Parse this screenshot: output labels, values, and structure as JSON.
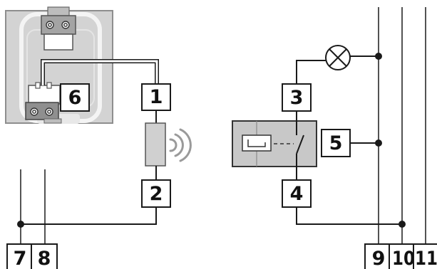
{
  "labels": {
    "l1": "1",
    "l2": "2",
    "l3": "3",
    "l4": "4",
    "l5": "5",
    "l6": "6",
    "l7": "7",
    "l8": "8",
    "l9": "9",
    "l10": "10",
    "l11": "11"
  },
  "colors": {
    "wire": "#1a1a1a",
    "housing_gray": "#d0d0d0",
    "housing_border": "#8e8e8e",
    "relay_gray": "#c8c8c8",
    "terminal_gray": "#9a9a9a"
  },
  "icons": {
    "lamp": "lamp-symbol",
    "radio": "radio-waves"
  }
}
